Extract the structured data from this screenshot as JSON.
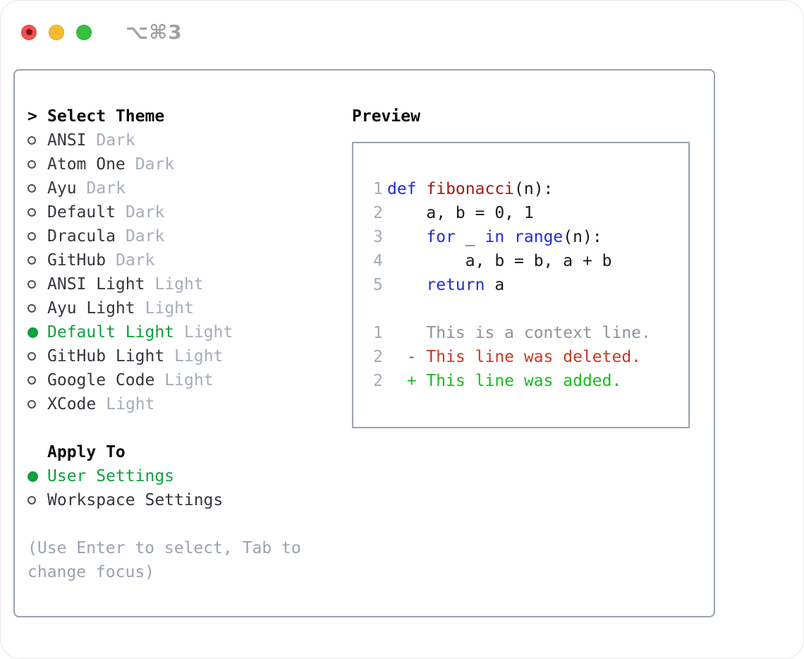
{
  "window": {
    "shortcut": "⌥⌘3"
  },
  "select_theme": {
    "prompt": ">",
    "title": "Select Theme",
    "items": [
      {
        "name": "ANSI",
        "variant": "Dark",
        "selected": false
      },
      {
        "name": "Atom One",
        "variant": "Dark",
        "selected": false
      },
      {
        "name": "Ayu",
        "variant": "Dark",
        "selected": false
      },
      {
        "name": "Default",
        "variant": "Dark",
        "selected": false
      },
      {
        "name": "Dracula",
        "variant": "Dark",
        "selected": false
      },
      {
        "name": "GitHub",
        "variant": "Dark",
        "selected": false
      },
      {
        "name": "ANSI Light",
        "variant": "Light",
        "selected": false
      },
      {
        "name": "Ayu Light",
        "variant": "Light",
        "selected": false
      },
      {
        "name": "Default Light",
        "variant": "Light",
        "selected": true
      },
      {
        "name": "GitHub Light",
        "variant": "Light",
        "selected": false
      },
      {
        "name": "Google Code",
        "variant": "Light",
        "selected": false
      },
      {
        "name": "XCode",
        "variant": "Light",
        "selected": false
      }
    ]
  },
  "preview": {
    "title": "Preview",
    "lines": [
      {
        "num": "1",
        "segments": [
          {
            "text": "def ",
            "style": "keyword"
          },
          {
            "text": "fibonacci",
            "style": "function"
          },
          {
            "text": "(n):",
            "style": "plain"
          }
        ]
      },
      {
        "num": "2",
        "segments": [
          {
            "text": "    a, b = 0, 1",
            "style": "plain"
          }
        ]
      },
      {
        "num": "3",
        "segments": [
          {
            "text": "    ",
            "style": "plain"
          },
          {
            "text": "for",
            "style": "keyword"
          },
          {
            "text": " _ ",
            "style": "plain"
          },
          {
            "text": "in",
            "style": "keyword"
          },
          {
            "text": " ",
            "style": "plain"
          },
          {
            "text": "range",
            "style": "keyword"
          },
          {
            "text": "(n):",
            "style": "plain"
          }
        ]
      },
      {
        "num": "4",
        "segments": [
          {
            "text": "        a, b = b, a + b",
            "style": "plain"
          }
        ]
      },
      {
        "num": "5",
        "segments": [
          {
            "text": "    ",
            "style": "plain"
          },
          {
            "text": "return",
            "style": "keyword"
          },
          {
            "text": " a",
            "style": "plain"
          }
        ]
      },
      {
        "num": "",
        "segments": []
      },
      {
        "num": "1",
        "segments": [
          {
            "text": "    This is a context line.",
            "style": "context"
          }
        ]
      },
      {
        "num": "2",
        "segments": [
          {
            "text": "  - This line was deleted.",
            "style": "deleted"
          }
        ]
      },
      {
        "num": "2",
        "segments": [
          {
            "text": "  + This line was added.",
            "style": "added"
          }
        ]
      }
    ]
  },
  "apply_to": {
    "title": "Apply To",
    "options": [
      {
        "label": "User Settings",
        "selected": true
      },
      {
        "label": "Workspace Settings",
        "selected": false
      }
    ]
  },
  "hint": "(Use Enter to select, Tab to change focus)",
  "colors": {
    "selection_green": "#10a03c",
    "keyword_blue": "#1f2dd6",
    "function_red": "#a31b12",
    "diff_deleted_red": "#c93a22",
    "diff_added_green": "#17bd1d",
    "context_gray": "#8e949b",
    "muted_gray": "#a5aeb9",
    "panel_border": "#99a3ae",
    "traffic_red": "#f1524e",
    "traffic_yellow": "#f7bb2e",
    "traffic_green": "#33c13f"
  }
}
